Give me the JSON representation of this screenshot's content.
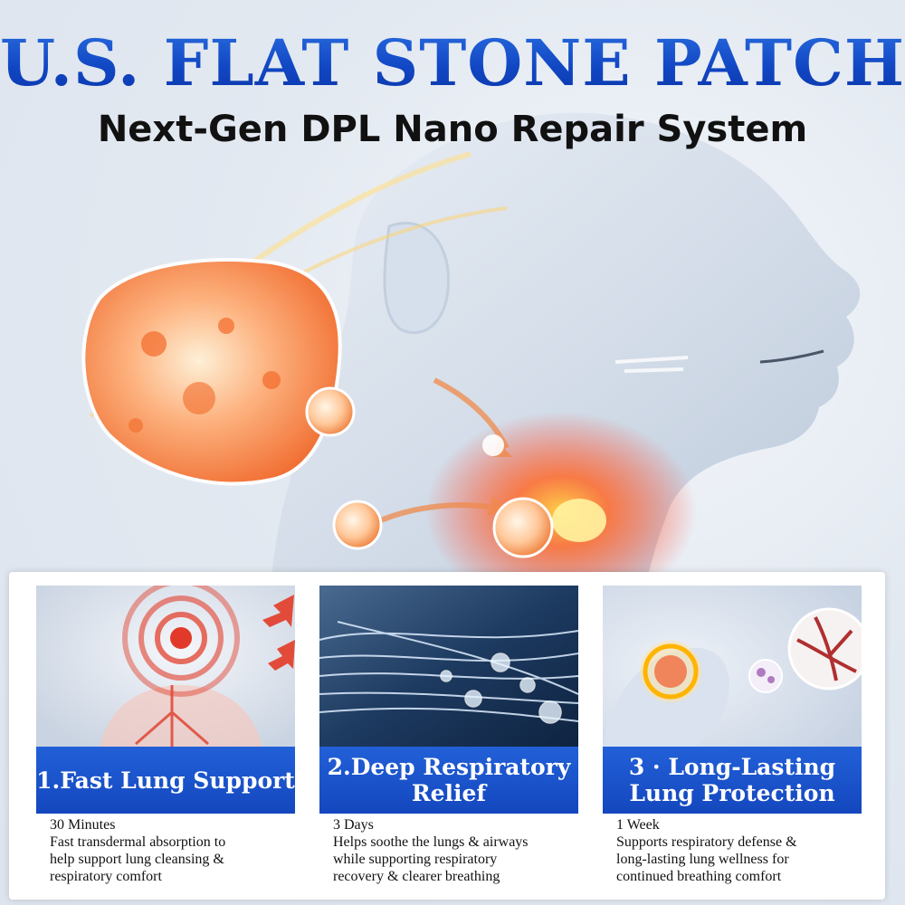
{
  "header": {
    "title": "U.S. FLAT STONE PATCH",
    "subtitle": "Next-Gen DPL Nano Repair System"
  },
  "colors": {
    "brand_blue": "#1447be",
    "accent_orange": "#f26a2a"
  },
  "cards": [
    {
      "banner": "1.Fast Lung Support",
      "time": "30 Minutes",
      "description": "Fast transdermal absorption to\nhelp support lung cleansing &\nrespiratory comfort"
    },
    {
      "banner": "2.Deep Respiratory\nRelief",
      "time": "3 Days",
      "description": "Helps soothe the lungs & airways\nwhile supporting respiratory\nrecovery & clearer breathing"
    },
    {
      "banner": "3 · Long-Lasting\nLung Protection",
      "time": "1 Week",
      "description": "Supports respiratory defense &\nlong-lasting lung wellness for\ncontinued breathing comfort"
    }
  ]
}
